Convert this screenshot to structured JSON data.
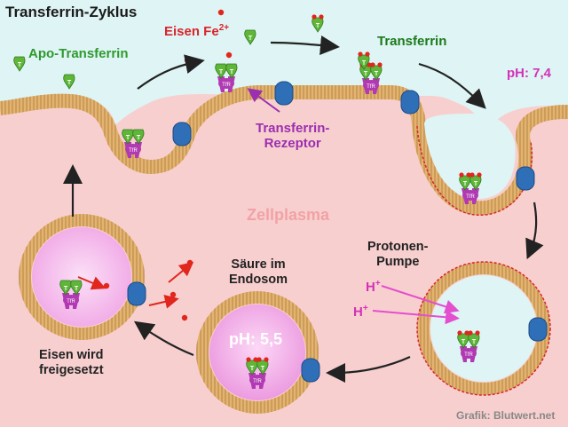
{
  "title": "Transferrin-Zyklus",
  "labels": {
    "apo_transferrin": "Apo-Transferrin",
    "eisen_fe": "Eisen Fe",
    "eisen_fe_sup": "2+",
    "transferrin": "Transferrin",
    "ph_outside": "pH: 7,4",
    "receptor_line1": "Transferrin-",
    "receptor_line2": "Rezeptor",
    "zellplasma": "Zellplasma",
    "protonen_line1": "Protonen-",
    "protonen_line2": "Pumpe",
    "h_ion": "H",
    "h_ion_sup": "+",
    "saeure_line1": "Säure im",
    "saeure_line2": "Endosom",
    "ph_endosom": "pH: 5,5",
    "eisen_wird_line1": "Eisen wird",
    "eisen_wird_line2": "freigesetzt",
    "receptor_abbrev": "TfR",
    "transferrin_abbrev": "T",
    "credit": "Grafik: Blutwert.net"
  },
  "colors": {
    "outside_bg": "#dff4f4",
    "cytoplasm": "#f7c3c4",
    "membrane": "#e0b071",
    "membrane_dark": "#b58645",
    "iron": "#e0261d",
    "transferrin_green": "#5fb638",
    "receptor_purple": "#b13ab3",
    "channel_blue": "#2f6fb8",
    "arrow_magenta": "#e34fcf",
    "endosome_acid": "#f5b6ee"
  }
}
